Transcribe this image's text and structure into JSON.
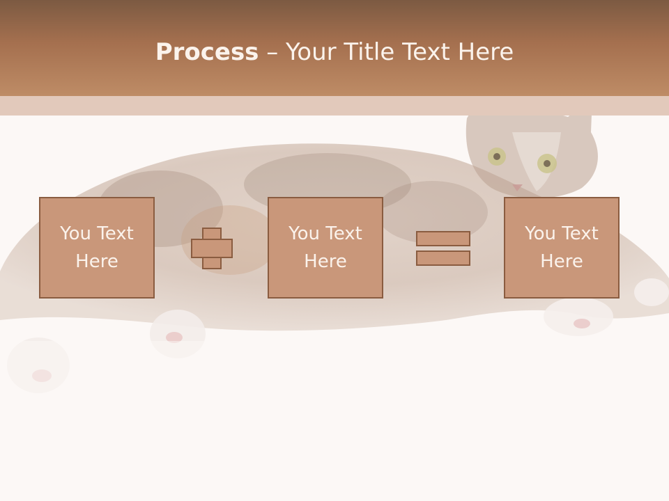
{
  "slide": {
    "title_bold": "Process",
    "title_rest": " – Your Title Text Here",
    "boxes": [
      {
        "line1": "You Text",
        "line2": "Here"
      },
      {
        "line1": "You Text",
        "line2": "Here"
      },
      {
        "line1": "You Text",
        "line2": "Here"
      }
    ]
  },
  "icons": {
    "plus": "plus-icon",
    "equals": "equals-icon"
  },
  "colors": {
    "header_top": "#7c5a42",
    "header_bottom": "#be8c66",
    "band": "#e2c9bb",
    "box_fill": "#c9977a",
    "box_border": "#8a5c40",
    "text_light": "#fbf3ec",
    "background": "#fcf8f6"
  }
}
